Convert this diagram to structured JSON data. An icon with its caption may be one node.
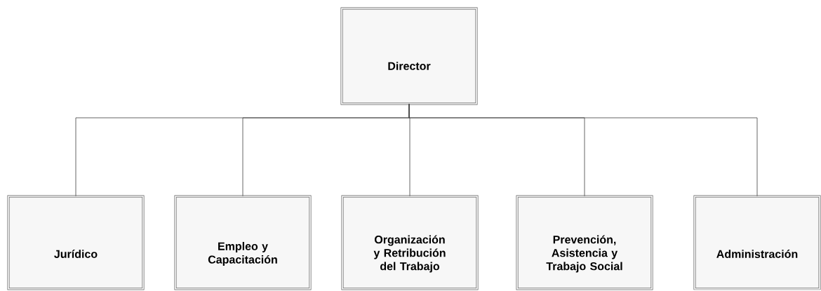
{
  "diagram": {
    "nodes": [
      {
        "text": [
          "Director"
        ]
      },
      {
        "text": [
          "Jurídico"
        ]
      },
      {
        "text": [
          "Empleo y Capacitación"
        ]
      },
      {
        "text": [
          "Organización y Retribución del Trabajo"
        ]
      },
      {
        "text": [
          "Prevención, Asistencia y Trabajo Social"
        ]
      },
      {
        "text": [
          "Administración"
        ]
      }
    ],
    "edges": [
      {
        "from": 0,
        "to": 1,
        "arrow": "none"
      },
      {
        "from": 0,
        "to": 2,
        "arrow": "none"
      },
      {
        "from": 0,
        "to": 3,
        "arrow": "none"
      },
      {
        "from": 0,
        "to": 4,
        "arrow": "none"
      },
      {
        "from": 0,
        "to": 5,
        "arrow": "none"
      }
    ]
  }
}
